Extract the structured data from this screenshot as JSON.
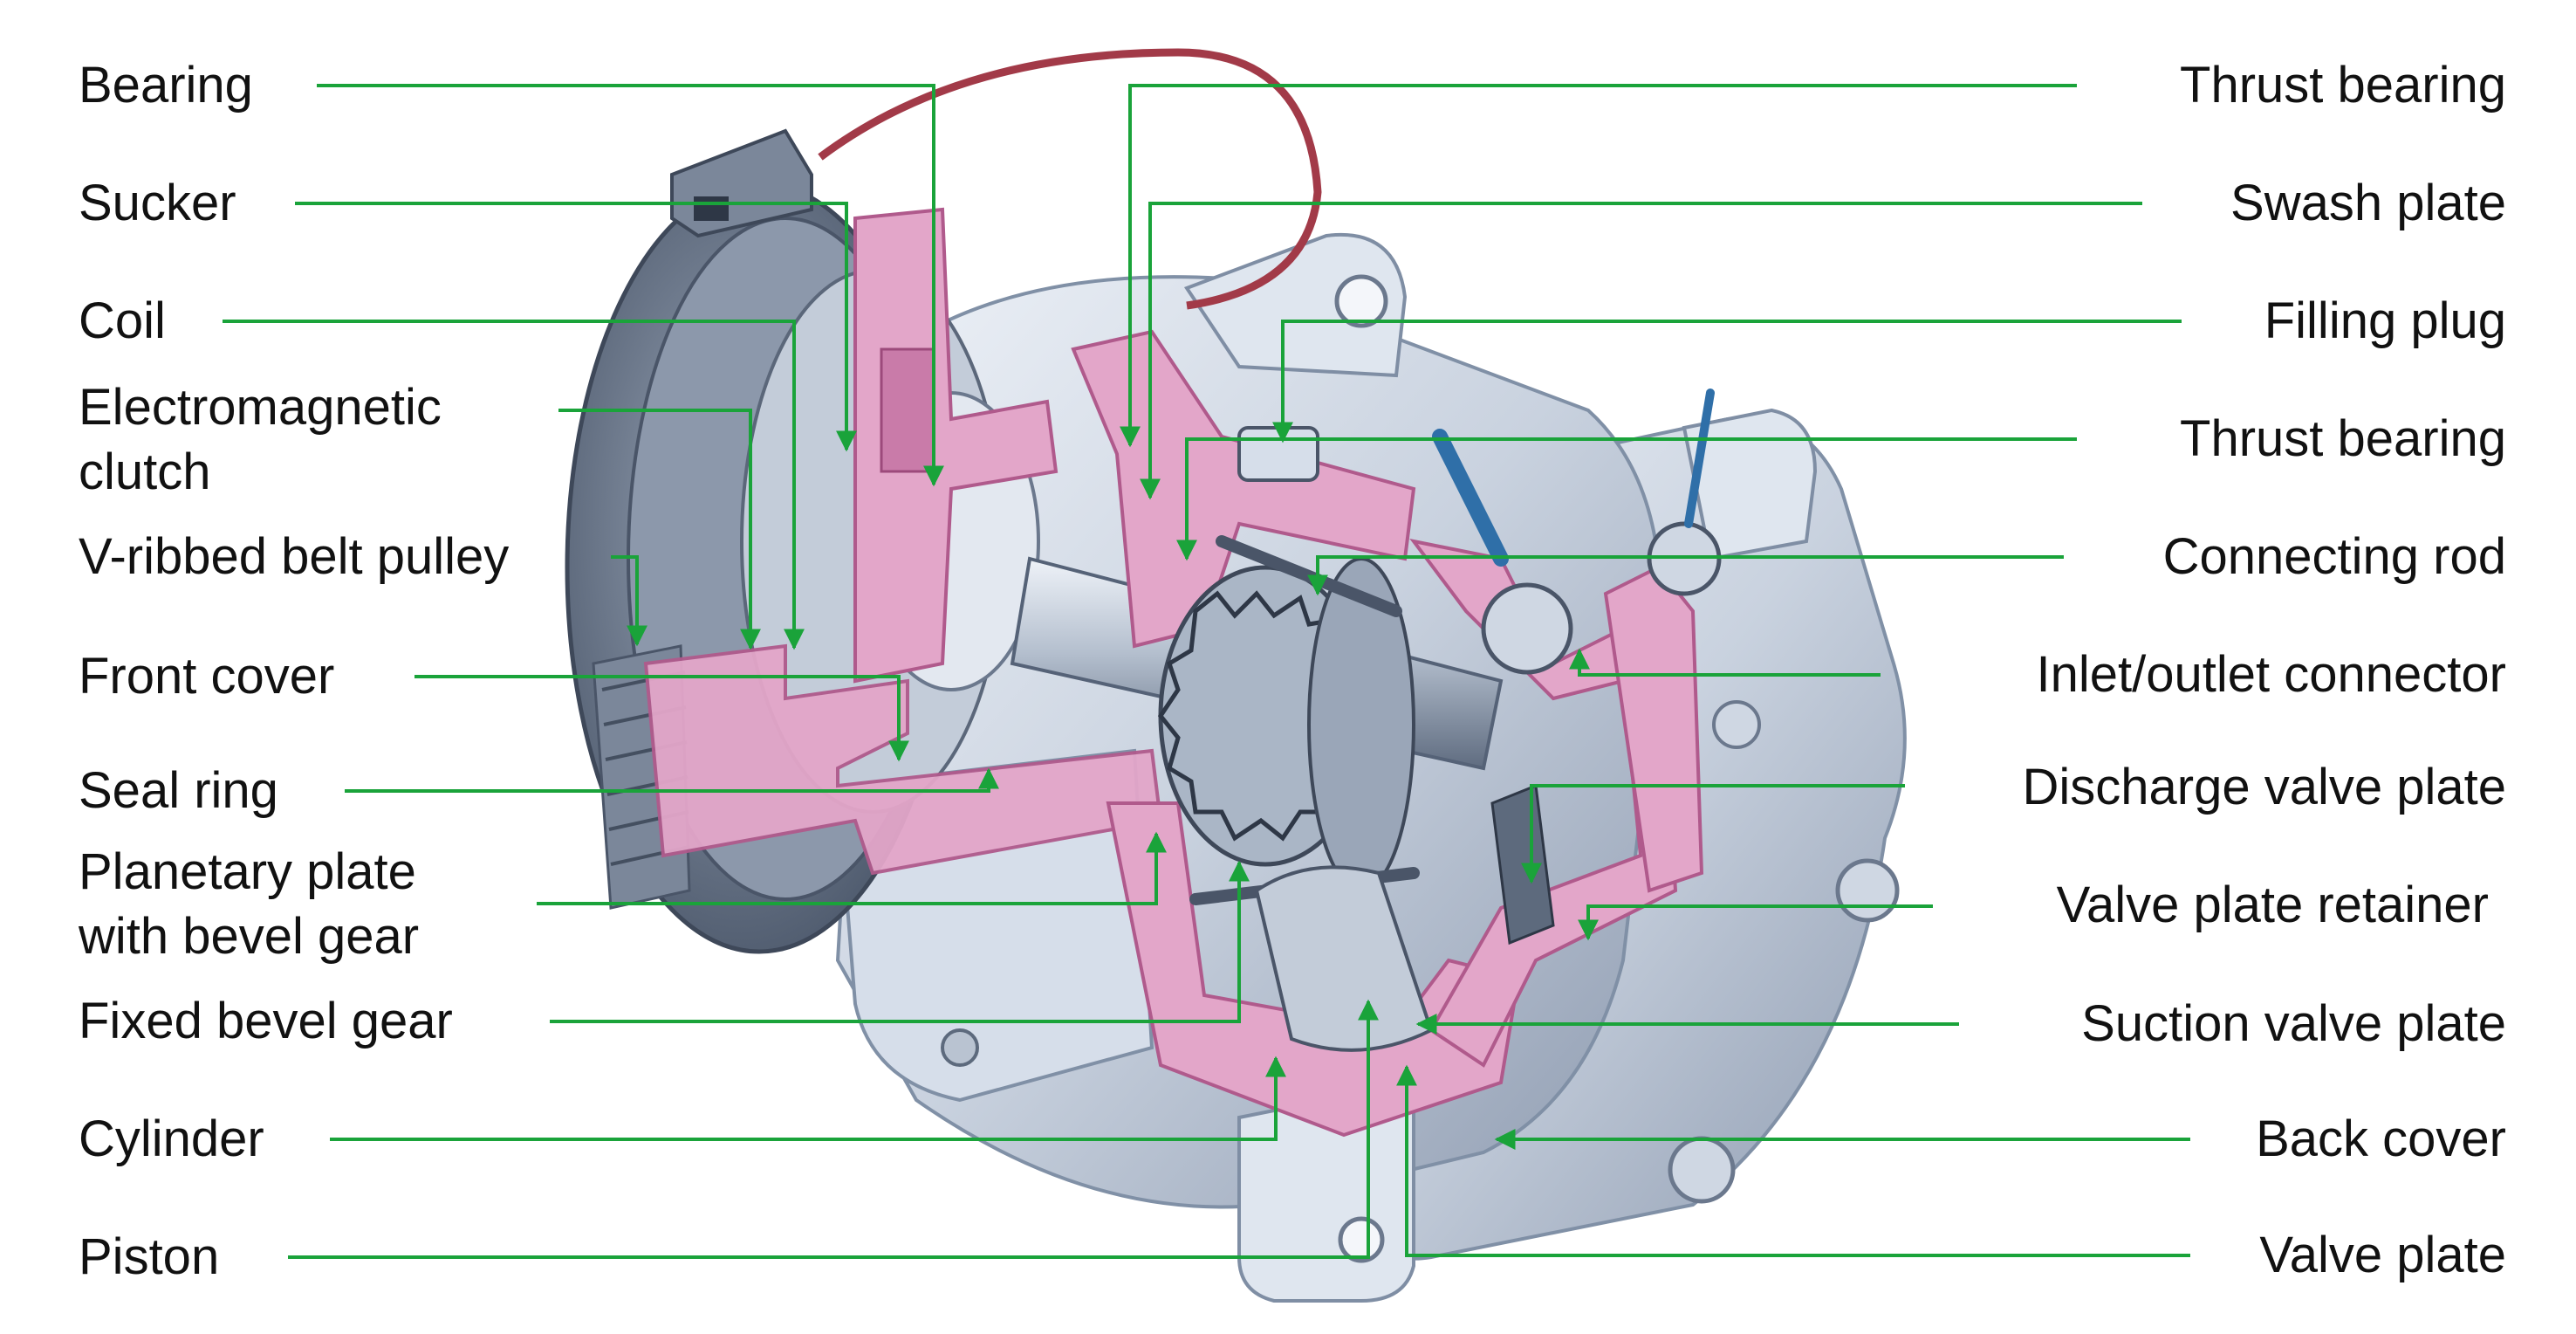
{
  "labels_left": [
    {
      "id": "bearing",
      "text": "Bearing"
    },
    {
      "id": "sucker",
      "text": "Sucker"
    },
    {
      "id": "coil",
      "text": "Coil"
    },
    {
      "id": "electromagnetic-clutch",
      "text": "Electromagnetic\nclutch"
    },
    {
      "id": "v-ribbed-belt-pulley",
      "text": "V-ribbed belt pulley"
    },
    {
      "id": "front-cover",
      "text": "Front cover"
    },
    {
      "id": "seal-ring",
      "text": "Seal ring"
    },
    {
      "id": "planetary-plate",
      "text": "Planetary plate\nwith bevel gear"
    },
    {
      "id": "fixed-bevel-gear",
      "text": "Fixed bevel gear"
    },
    {
      "id": "cylinder",
      "text": "Cylinder"
    },
    {
      "id": "piston",
      "text": "Piston"
    }
  ],
  "labels_right": [
    {
      "id": "thrust-bearing-1",
      "text": "Thrust bearing"
    },
    {
      "id": "swash-plate",
      "text": "Swash plate"
    },
    {
      "id": "filling-plug",
      "text": "Filling plug"
    },
    {
      "id": "thrust-bearing-2",
      "text": "Thrust bearing"
    },
    {
      "id": "connecting-rod",
      "text": "Connecting rod"
    },
    {
      "id": "inlet-outlet-connector",
      "text": "Inlet/outlet connector"
    },
    {
      "id": "discharge-valve-plate",
      "text": "Discharge valve plate"
    },
    {
      "id": "valve-plate-retainer",
      "text": "Valve plate retainer"
    },
    {
      "id": "suction-valve-plate",
      "text": "Suction valve plate"
    },
    {
      "id": "back-cover",
      "text": "Back cover"
    },
    {
      "id": "valve-plate",
      "text": "Valve plate"
    }
  ],
  "colors": {
    "leader_line": "#1aa33a",
    "cutaway": "#e3a6c9",
    "cutaway_edge": "#b05a8c",
    "metal_light": "#dde4ee",
    "metal_mid": "#aab6c6",
    "metal_dark": "#5d6a7d",
    "wire": "#a23a48",
    "text": "#111111"
  }
}
